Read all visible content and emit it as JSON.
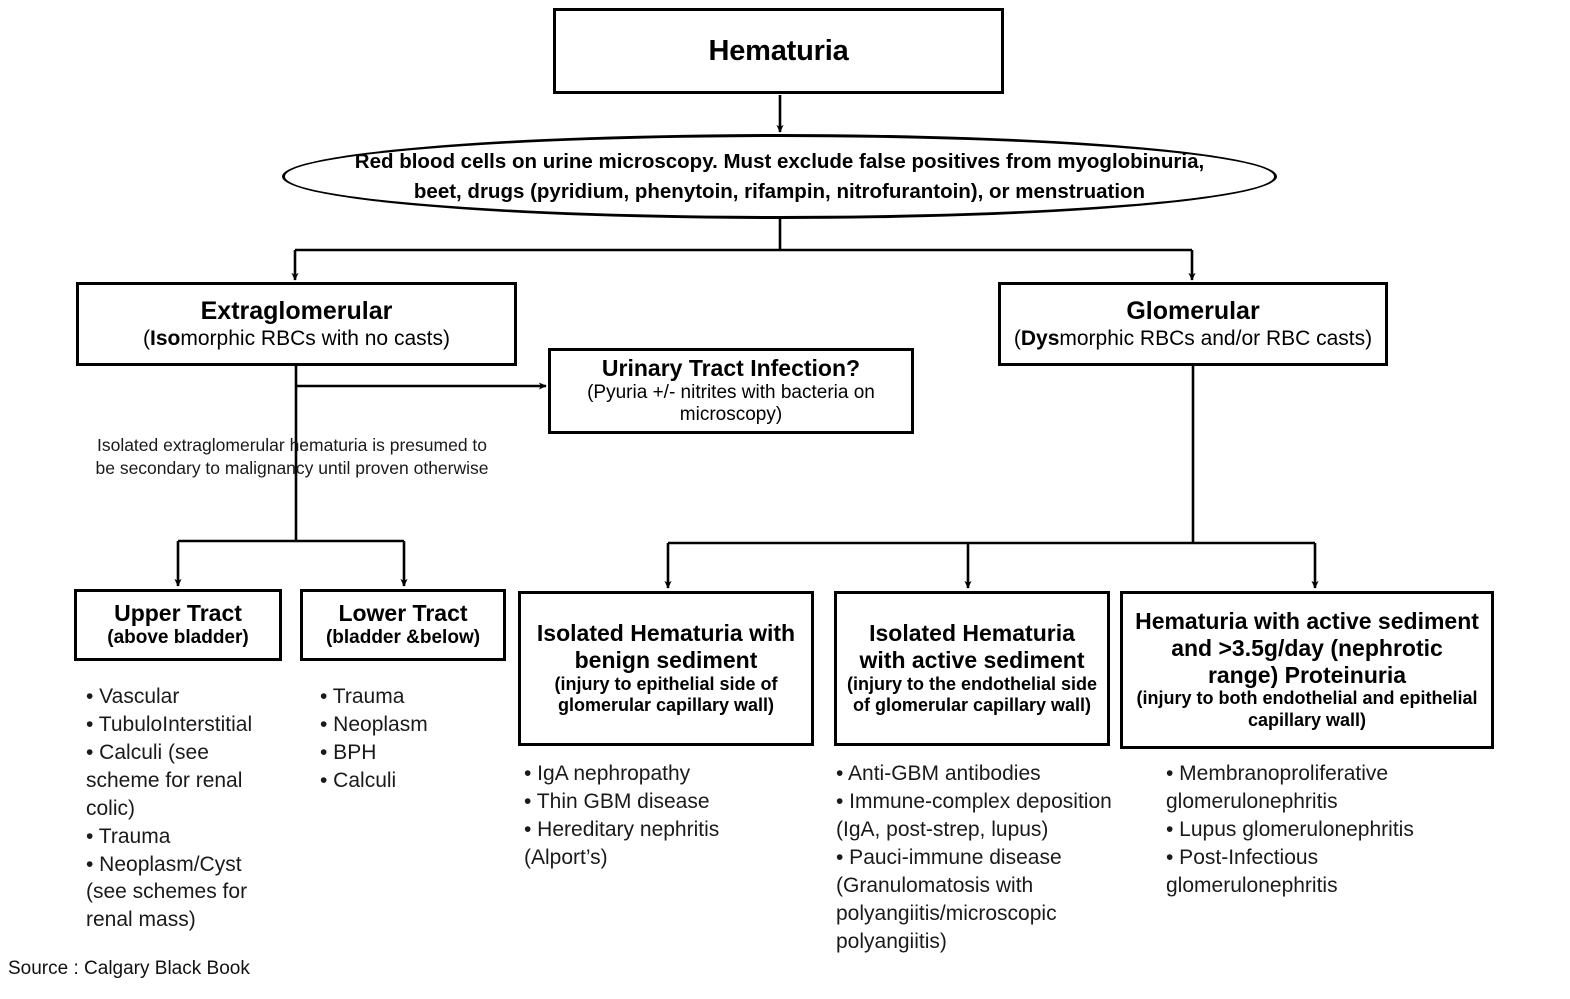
{
  "diagram": {
    "root": {
      "label": "Hematuria"
    },
    "criteria_ellipse": {
      "line1": "Red blood cells on urine microscopy. Must exclude false positives from myoglobinuria,",
      "line2": "beet, drugs (pyridium, phenytoin, rifampin, nitrofurantoin), or menstruation"
    },
    "branch_left": {
      "title": "Extraglomerular",
      "subtitle_bold": "Iso",
      "subtitle_rest": "morphic RBCs with no casts)",
      "subtitle_open": "("
    },
    "branch_right": {
      "title": "Glomerular",
      "subtitle_bold": "Dys",
      "subtitle_rest": "morphic RBCs and/or RBC casts)",
      "subtitle_open": "("
    },
    "uti": {
      "title": "Urinary Tract Infection?",
      "subtitle": "(Pyuria +/- nitrites with bacteria on microscopy)"
    },
    "malignancy_note": "Isolated extraglomerular hematuria is presumed to be secondary to malignancy until proven otherwise",
    "upper_tract": {
      "title": "Upper Tract",
      "subtitle": "(above bladder)",
      "items": "• Vascular\n• TubuloInterstitial\n• Calculi (see\nscheme for renal\ncolic)\n• Trauma\n• Neoplasm/Cyst\n(see schemes for\nrenal mass)"
    },
    "lower_tract": {
      "title": "Lower Tract",
      "subtitle": "(bladder &below)",
      "items": "• Trauma\n• Neoplasm\n• BPH\n• Calculi"
    },
    "benign_sediment": {
      "title": "Isolated Hematuria with benign sediment",
      "subtitle": "(injury to epithelial side of glomerular capillary wall)",
      "items": "• IgA nephropathy\n• Thin GBM disease\n• Hereditary nephritis\n(Alport’s)"
    },
    "active_sediment": {
      "title": "Isolated Hematuria with active sediment",
      "subtitle": "(injury to the endothelial side of glomerular capillary wall)",
      "items": "• Anti-GBM antibodies\n• Immune-complex deposition\n(IgA, post-strep, lupus)\n• Pauci-immune disease\n(Granulomatosis with\npolyangiitis/microscopic\npolyangiitis)"
    },
    "nephrotic": {
      "title": "Hematuria with active sediment and >3.5g/day (nephrotic range) Proteinuria",
      "subtitle": "(injury to both endothelial and epithelial capillary wall)",
      "items": "• Membranoproliferative\nglomerulonephritis\n• Lupus glomerulonephritis\n• Post-Infectious\nglomerulonephritis"
    },
    "source": "Source : Calgary Black Book"
  },
  "colors": {
    "stroke": "#000000",
    "background": "#ffffff",
    "text": "#111111"
  }
}
